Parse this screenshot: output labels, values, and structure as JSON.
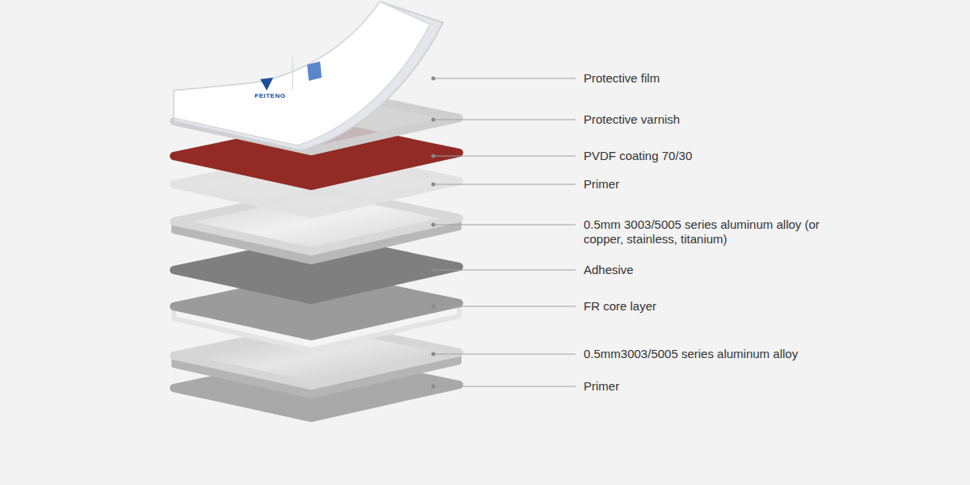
{
  "diagram": {
    "labels": [
      "Protective film",
      "Protective varnish",
      "PVDF coating 70/30",
      "Primer",
      "0.5mm 3003/5005 series aluminum alloy (or copper, stainless, titanium)",
      "Adhesive",
      "FR core layer",
      "0.5mm3003/5005 series aluminum alloy",
      "Primer",
      "FEITENG"
    ]
  }
}
